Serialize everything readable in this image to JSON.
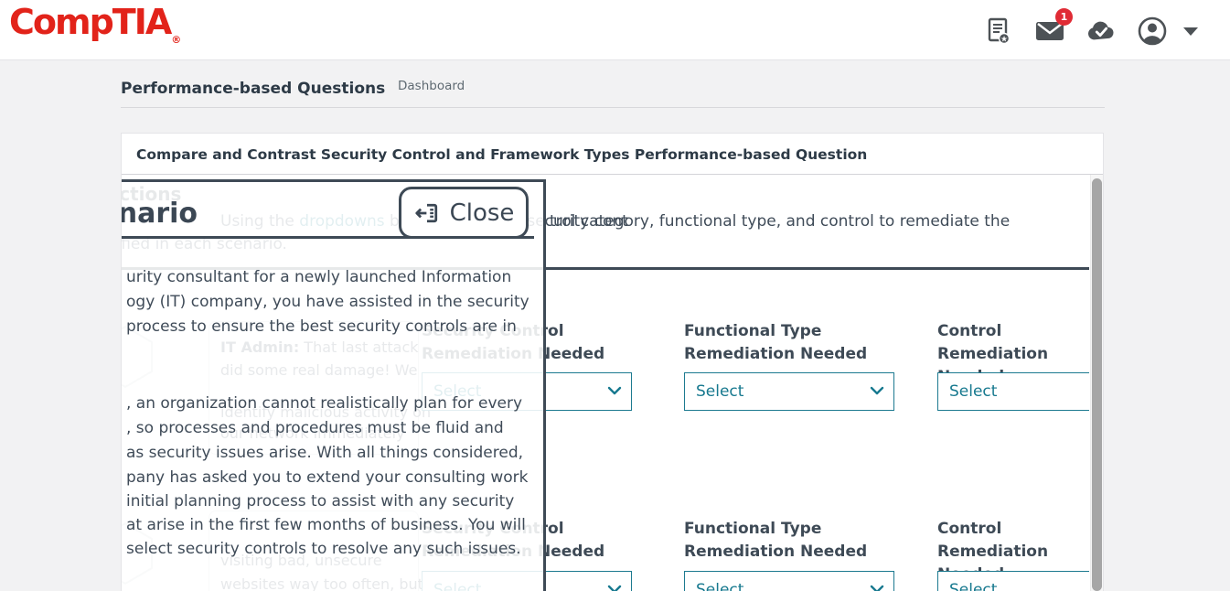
{
  "colors": {
    "brand_red": "#e2231a",
    "slate": "#3e4a56",
    "teal": "#17798f",
    "badge_red": "#e02b35"
  },
  "header": {
    "logo_text": "CompTIA",
    "logo_reg": "®",
    "badge_count": "1"
  },
  "page": {
    "title": "Performance-based Questions",
    "nav_dashboard": "Dashboard"
  },
  "card": {
    "title": "Compare and Contrast Security Control and Framework Types Performance-based Question"
  },
  "instructions": {
    "heading": "Instructions",
    "line1_pre": "Using the ",
    "line1_link": "dropdowns",
    "line1_mid": " below, select the security cont",
    "line1_solid": "trol category, functional type, and control to remediate the",
    "line2": "issue identified in each scenario."
  },
  "chat": {
    "bubble1_speaker": "IT Admin:",
    "bubble1_line1_rest": " That last attack",
    "bubble1_line2": "did some real damage! We",
    "bubble1_line3": "identify malicious activity on",
    "bubble1_line4": "our network immediately",
    "bubble2_line1": "visiting bad, unsecure",
    "bubble2_line2": "websites way too often, but"
  },
  "modal": {
    "heading": "Scenario",
    "close_label": "Close",
    "body_lines": [
      "urity consultant for a newly launched Information",
      "ogy (IT) company, you have assisted in the security",
      "process to ensure the best security controls are in",
      ", an organization cannot realistically plan for every",
      ", so processes and procedures must be fluid and",
      "as security issues arise. With all things considered,",
      "pany has asked you to extend your consulting work",
      "initial planning process to assist with any security",
      "at arise in the first few months of business. You will",
      "select security controls to resolve any such issues."
    ]
  },
  "form": {
    "rows": [
      {
        "columns": [
          {
            "label": "Security Control Remediation Needed",
            "value": "Select"
          },
          {
            "label": "Functional Type Remediation Needed",
            "value": "Select"
          },
          {
            "label": "Control Remediation Needed",
            "value": "Select"
          }
        ]
      },
      {
        "columns": [
          {
            "label": "Security Control Remediation Needed",
            "value": "Select"
          },
          {
            "label": "Functional Type Remediation Needed",
            "value": "Select"
          },
          {
            "label": "Control Remediation Needed",
            "value": "Select"
          }
        ]
      }
    ]
  }
}
